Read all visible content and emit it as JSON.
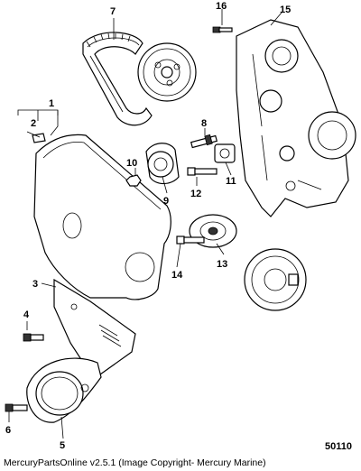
{
  "callouts": {
    "c1": "1",
    "c2": "2",
    "c3": "3",
    "c4": "4",
    "c5": "5",
    "c6": "6",
    "c7": "7",
    "c8": "8",
    "c9": "9",
    "c10": "10",
    "c11": "11",
    "c12": "12",
    "c13": "13",
    "c14": "14",
    "c15": "15",
    "c16": "16"
  },
  "footer": {
    "figure_number": "50110",
    "copyright": "MercuryPartsOnline v2.5.1 (Image Copyright- Mercury Marine)"
  }
}
